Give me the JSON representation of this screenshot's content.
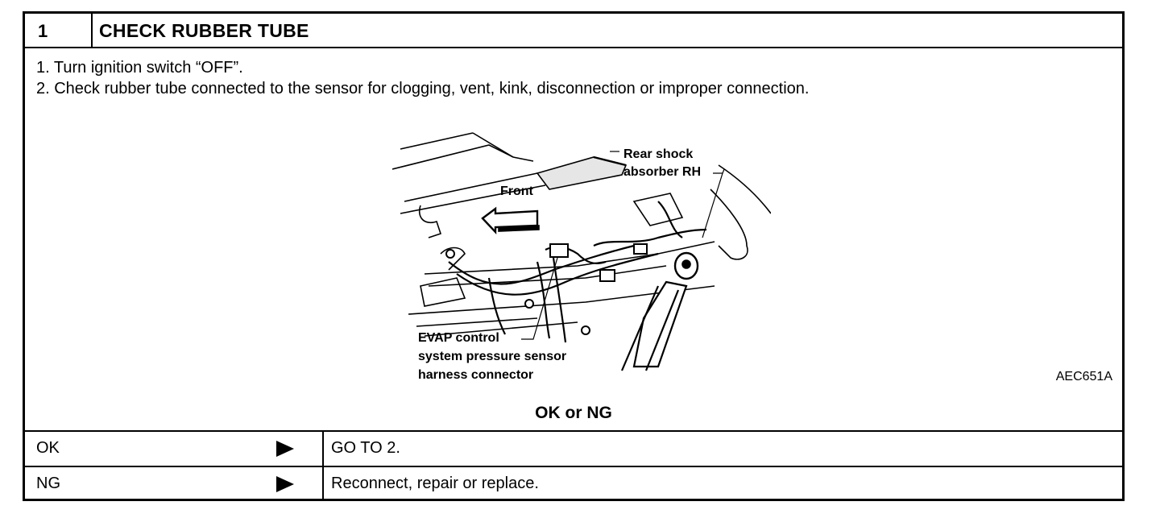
{
  "header": {
    "number": "1",
    "title": "CHECK RUBBER TUBE"
  },
  "steps": [
    "1.  Turn ignition switch “OFF”.",
    "2.  Check rubber tube connected to the sensor for clogging, vent, kink, disconnection or improper connection."
  ],
  "figure": {
    "labels": {
      "rear_shock_1": "Rear shock",
      "rear_shock_2": "absorber RH",
      "front": "Front",
      "evap_1": "EVAP control",
      "evap_2": "system pressure sensor",
      "evap_3": "harness connector"
    },
    "code": "AEC651A"
  },
  "question": "OK or NG",
  "answers": [
    {
      "label": "OK",
      "action": "GO TO 2."
    },
    {
      "label": "NG",
      "action": "Reconnect, repair or replace."
    }
  ]
}
